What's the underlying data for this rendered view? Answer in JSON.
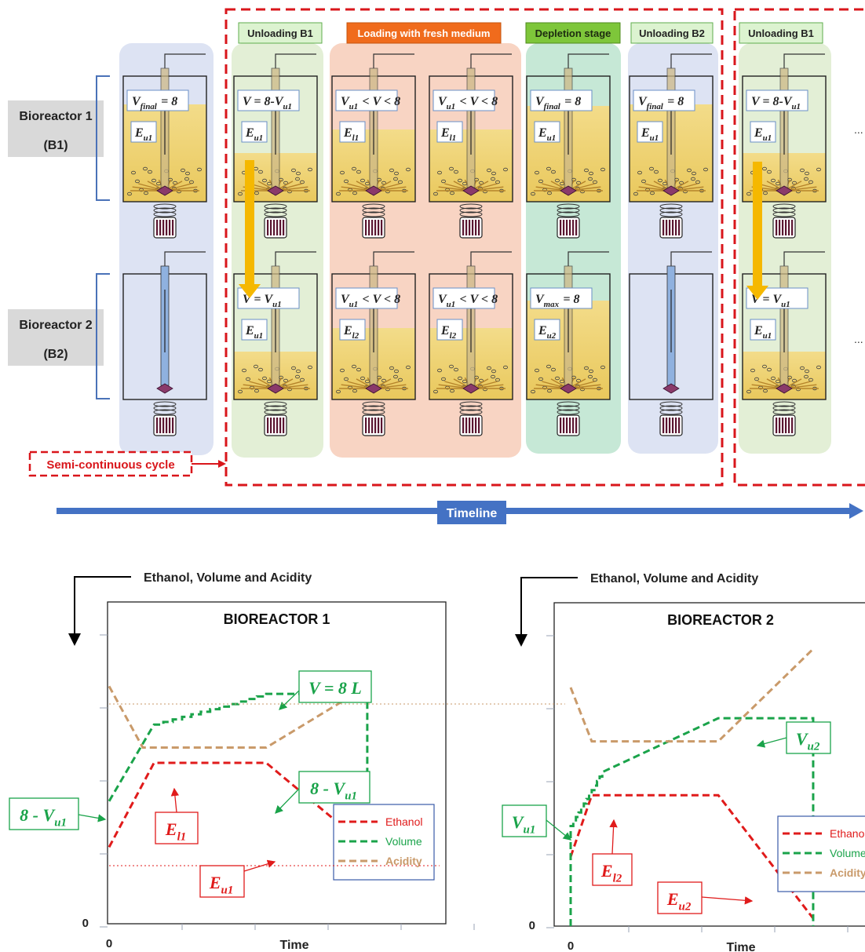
{
  "top": {
    "bioreactor1_label": "Bioreactor 1",
    "bioreactor1_abbr": "(B1)",
    "bioreactor2_label": "Bioreactor 2",
    "bioreactor2_abbr": "(B2)",
    "stage_unloading_b1": "Unloading B1",
    "stage_loading": "Loading with fresh medium",
    "stage_depletion": "Depletion stage",
    "stage_unloading_b2": "Unloading B2",
    "stage_unloading_b1_next": "Unloading B1",
    "semi_continuous_label": "Semi-continuous cycle",
    "timeline_label": "Timeline",
    "ellipsis": "...",
    "stages": [
      {
        "b1_vol": "V_final = 8",
        "b1_e": "E_u1",
        "b2_vol": "",
        "b2_e": ""
      },
      {
        "b1_vol": "V = 8-V_u1",
        "b1_e": "E_u1",
        "b2_vol": "V = V_u1",
        "b2_e": "E_u1"
      },
      {
        "b1_vol": "V_u1 < V < 8",
        "b1_e": "E_l1",
        "b2_vol": "V_u1 < V < 8",
        "b2_e": "E_l2"
      },
      {
        "b1_vol": "V_u1 < V < 8",
        "b1_e": "E_l1",
        "b2_vol": "V_u1 < V < 8",
        "b2_e": "E_l2"
      },
      {
        "b1_vol": "V_final = 8",
        "b1_e": "E_u1",
        "b2_vol": "V_max = 8",
        "b2_e": "E_u2"
      },
      {
        "b1_vol": "V_final = 8",
        "b1_e": "E_u1",
        "b2_vol": "",
        "b2_e": ""
      },
      {
        "b1_vol": "V = 8-V_u1",
        "b1_e": "E_u1",
        "b2_vol": "V = V_u1",
        "b2_e": "E_u1"
      }
    ]
  },
  "chart_data": [
    {
      "type": "line",
      "title": "BIOREACTOR 1",
      "ylabel": "Ethanol, Volume and Acidity",
      "xlabel": "Time",
      "x_tick_zero": "0",
      "y_tick_zero": "0",
      "series": [
        {
          "name": "Ethanol",
          "color": "#e01b1b",
          "x": [
            0,
            0.4,
            1.4,
            2.3
          ],
          "y": [
            1.0,
            2.1,
            2.1,
            1.0
          ]
        },
        {
          "name": "Volume",
          "color": "#1aa34a",
          "x": [
            0,
            0.4,
            1.4,
            2.3,
            2.3
          ],
          "y": [
            1.6,
            2.6,
            3.0,
            3.0,
            1.6
          ]
        },
        {
          "name": "Acidity",
          "color": "#c99a6a",
          "x": [
            0,
            0.3,
            1.4,
            2.3
          ],
          "y": [
            3.1,
            2.3,
            2.3,
            3.1
          ]
        }
      ],
      "annotations": [
        "V = 8 L",
        "8 - V_u1",
        "8 - V_u1",
        "E_l1",
        "E_u1"
      ],
      "legend": [
        "Ethanol",
        "Volume",
        "Acidity"
      ]
    },
    {
      "type": "line",
      "title": "BIOREACTOR 2",
      "ylabel": "Ethanol, Volume and Acidity",
      "xlabel": "Time",
      "x_tick_zero": "0",
      "y_tick_zero": "0",
      "series": [
        {
          "name": "Ethanol",
          "color": "#e01b1b",
          "x": [
            0,
            0.2,
            1.4,
            2.3
          ],
          "y": [
            0.9,
            1.7,
            1.7,
            0.1
          ]
        },
        {
          "name": "Volume",
          "color": "#1aa34a",
          "x": [
            0,
            0,
            0.3,
            1.4,
            2.3,
            2.3
          ],
          "y": [
            0,
            1.3,
            2.0,
            2.7,
            2.7,
            0
          ]
        },
        {
          "name": "Acidity",
          "color": "#c99a6a",
          "x": [
            0,
            0.2,
            1.4,
            2.3
          ],
          "y": [
            3.1,
            2.4,
            2.4,
            3.6
          ]
        }
      ],
      "annotations": [
        "V_u2",
        "V_u1",
        "E_l2",
        "E_u2"
      ],
      "legend": [
        "Ethanol",
        "Volume",
        "Acidity"
      ]
    }
  ]
}
